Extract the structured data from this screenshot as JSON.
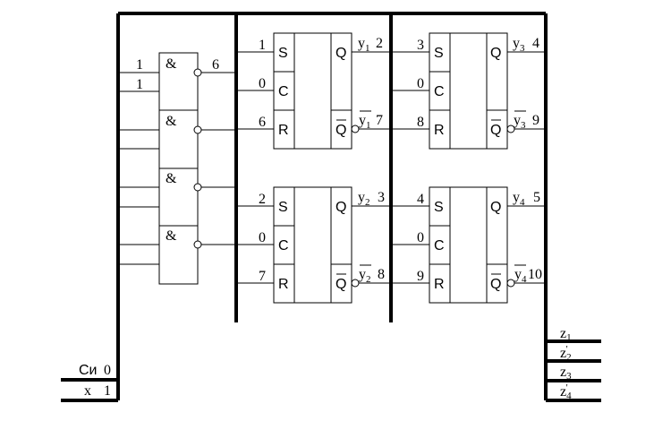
{
  "and_gates": [
    {
      "symbol": "&",
      "inputs": [
        "1",
        "1"
      ],
      "output": "6"
    },
    {
      "symbol": "&",
      "inputs": [
        "",
        ""
      ],
      "output": ""
    },
    {
      "symbol": "&",
      "inputs": [
        "",
        ""
      ],
      "output": ""
    },
    {
      "symbol": "&",
      "inputs": [
        "",
        ""
      ],
      "output": ""
    }
  ],
  "flipflops": [
    {
      "pins": {
        "S": "S",
        "C": "C",
        "R": "R",
        "Q": "Q",
        "NQ": "Q"
      },
      "inputs": {
        "S": "1",
        "C": "0",
        "R": "6"
      },
      "q_label": {
        "base": "y",
        "sub": "1"
      },
      "q_num": "2",
      "nq_label": {
        "base": "y",
        "sub": "1"
      },
      "nq_num": "7"
    },
    {
      "pins": {
        "S": "S",
        "C": "C",
        "R": "R",
        "Q": "Q",
        "NQ": "Q"
      },
      "inputs": {
        "S": "3",
        "C": "0",
        "R": "8"
      },
      "q_label": {
        "base": "y",
        "sub": "3"
      },
      "q_num": "4",
      "nq_label": {
        "base": "y",
        "sub": "3"
      },
      "nq_num": "9"
    },
    {
      "pins": {
        "S": "S",
        "C": "C",
        "R": "R",
        "Q": "Q",
        "NQ": "Q"
      },
      "inputs": {
        "S": "2",
        "C": "0",
        "R": "7"
      },
      "q_label": {
        "base": "y",
        "sub": "2"
      },
      "q_num": "3",
      "nq_label": {
        "base": "y",
        "sub": "2"
      },
      "nq_num": "8"
    },
    {
      "pins": {
        "S": "S",
        "C": "C",
        "R": "R",
        "Q": "Q",
        "NQ": "Q"
      },
      "inputs": {
        "S": "4",
        "C": "0",
        "R": "9"
      },
      "q_label": {
        "base": "y",
        "sub": "4"
      },
      "q_num": "5",
      "nq_label": {
        "base": "y",
        "sub": "4"
      },
      "nq_num": "10"
    }
  ],
  "left_inputs": [
    {
      "name": "Си",
      "num": "0"
    },
    {
      "name": "x",
      "num": "1"
    }
  ],
  "outputs": [
    {
      "base": "z",
      "sub": "1",
      "prime": ""
    },
    {
      "base": "z",
      "sub": "2",
      "prime": "'"
    },
    {
      "base": "z",
      "sub": "3",
      "prime": ""
    },
    {
      "base": "z",
      "sub": "4",
      "prime": "'"
    }
  ]
}
